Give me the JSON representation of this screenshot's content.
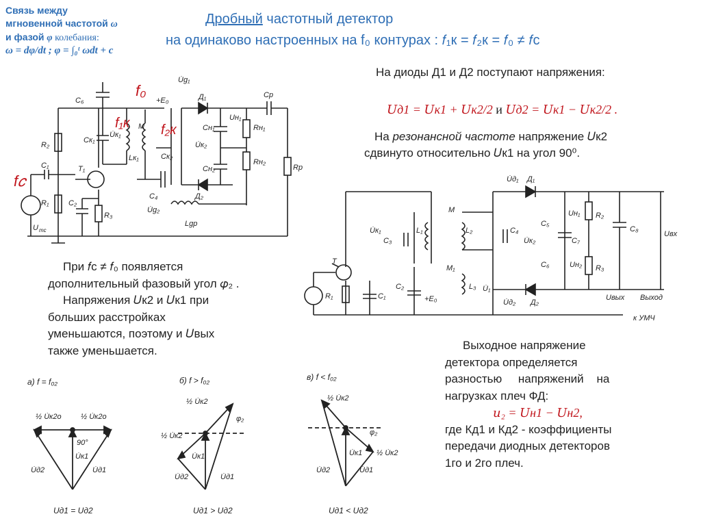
{
  "topleft": {
    "line1": "Связь между",
    "line2a": "мгновенной частотой ",
    "omega": "ω",
    "line3a": "и фазой ",
    "phi": "φ",
    "line3b": " колебания:",
    "formula": "ω = dφ/dt ; φ = ∫₀ᵗ ωdt + c"
  },
  "title": {
    "word": "Дробный",
    "rest": " частотный детектор",
    "line2": "на одинаково настроенных на f₀ контурах : 𝑓₁к = 𝑓₂к = 𝑓₀ ≠ 𝑓c"
  },
  "right_text": {
    "diodes_intro": "На диоды Д1 и Д2 поступают напряжения:",
    "formula_left": "𝑈д1 = 𝑈к1 + 𝑈к2/2",
    "formula_and": "и",
    "formula_right": "𝑈д2 = 𝑈к1 − 𝑈к2/2 .",
    "resonance_a": "На ",
    "resonance_em": "резонансной частоте",
    "resonance_b": " напряжение 𝑈к2",
    "shift": "сдвинуто относительно 𝑈к1 на угол 90⁰."
  },
  "left_text": {
    "l1": "При 𝑓c ≠ 𝑓₀ появляется",
    "l2": "дополнительный фазовый угол 𝜑₂ .",
    "l3": "Напряжения  𝑈к2 и 𝑈к1 при",
    "l4": "больших расстройках",
    "l5": "уменьшаются, поэтому и 𝑈вых",
    "l6": "также уменьшается."
  },
  "bottom_right": {
    "l1": "Выходное напряжение",
    "l2": "детектора определяется",
    "l3": "разностью     напряжений    на",
    "l4": "нагрузках плеч ФД:",
    "formula": "𝑢₂ = 𝑈н1 − 𝑈н2,",
    "l5": "где Кд1 и Кд2  - коэффициенты",
    "l6": "передачи диодных детекторов",
    "l7": "1го и 2го плеч."
  },
  "circuit1_labels": {
    "f0": "f₀",
    "f1k": "f₁к",
    "f2k": "f₂к",
    "fc": "f𝑐"
  },
  "vector_diagrams": {
    "a_title": "а)   f = f₀₂",
    "a_caption": "Uд1 = Uд2",
    "b_title": "б)   f > f₀₂",
    "b_caption": "Uд1 > Uд2",
    "c_title": "в)   f < f₀₂",
    "c_caption": "Uд1 < Uд2"
  },
  "colors": {
    "blue": "#2e6eb5",
    "red": "#c0141b",
    "ink": "#222222"
  }
}
